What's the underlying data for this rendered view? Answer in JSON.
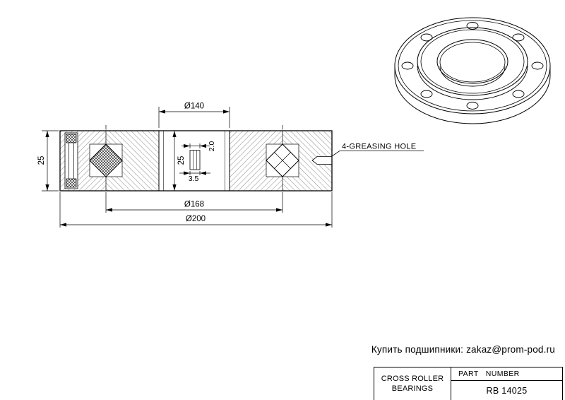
{
  "section_view": {
    "dim_bore": "Ø140",
    "dim_width_left": "25",
    "dim_width_inner": "25",
    "dim_hole_a": "2.0",
    "dim_hole_b": "3.5",
    "dim_pitch": "Ø168",
    "dim_outer": "Ø200",
    "label_greasing": "4-GREASING HOLE"
  },
  "footer": {
    "contact_text": "Купить подшипники: zakaz@prom-pod.ru"
  },
  "title_block": {
    "product_line1": "CROSS ROLLER",
    "product_line2": "BEARINGS",
    "part_label": "PART NUMBER",
    "part_number": "RB 14025"
  },
  "colors": {
    "line": "#000000",
    "background": "#ffffff"
  }
}
